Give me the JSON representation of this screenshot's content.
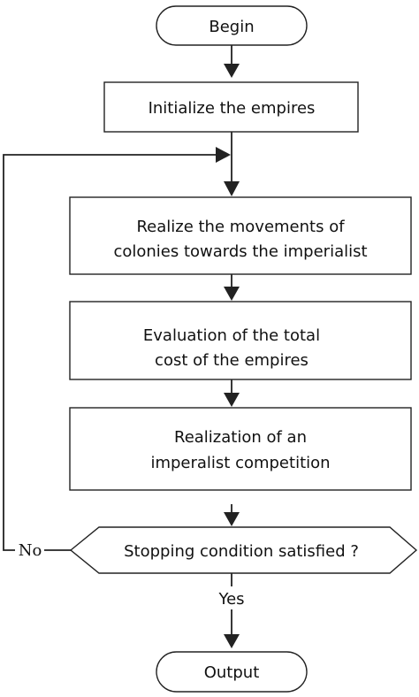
{
  "diagram": {
    "begin_label": "Begin",
    "initialize_label": "Initialize the empires",
    "movements_label_line1": "Realize the movements of",
    "movements_label_line2": "colonies towards the imperialist",
    "evaluation_label_line1": "Evaluation of the total",
    "evaluation_label_line2": "cost of  the empires",
    "competition_label_line1": "Realization of an",
    "competition_label_line2": "imperalist competition",
    "decision_label": "Stopping condition satisfied ?",
    "no_label": "No",
    "yes_label": "Yes",
    "output_label": "Output"
  }
}
